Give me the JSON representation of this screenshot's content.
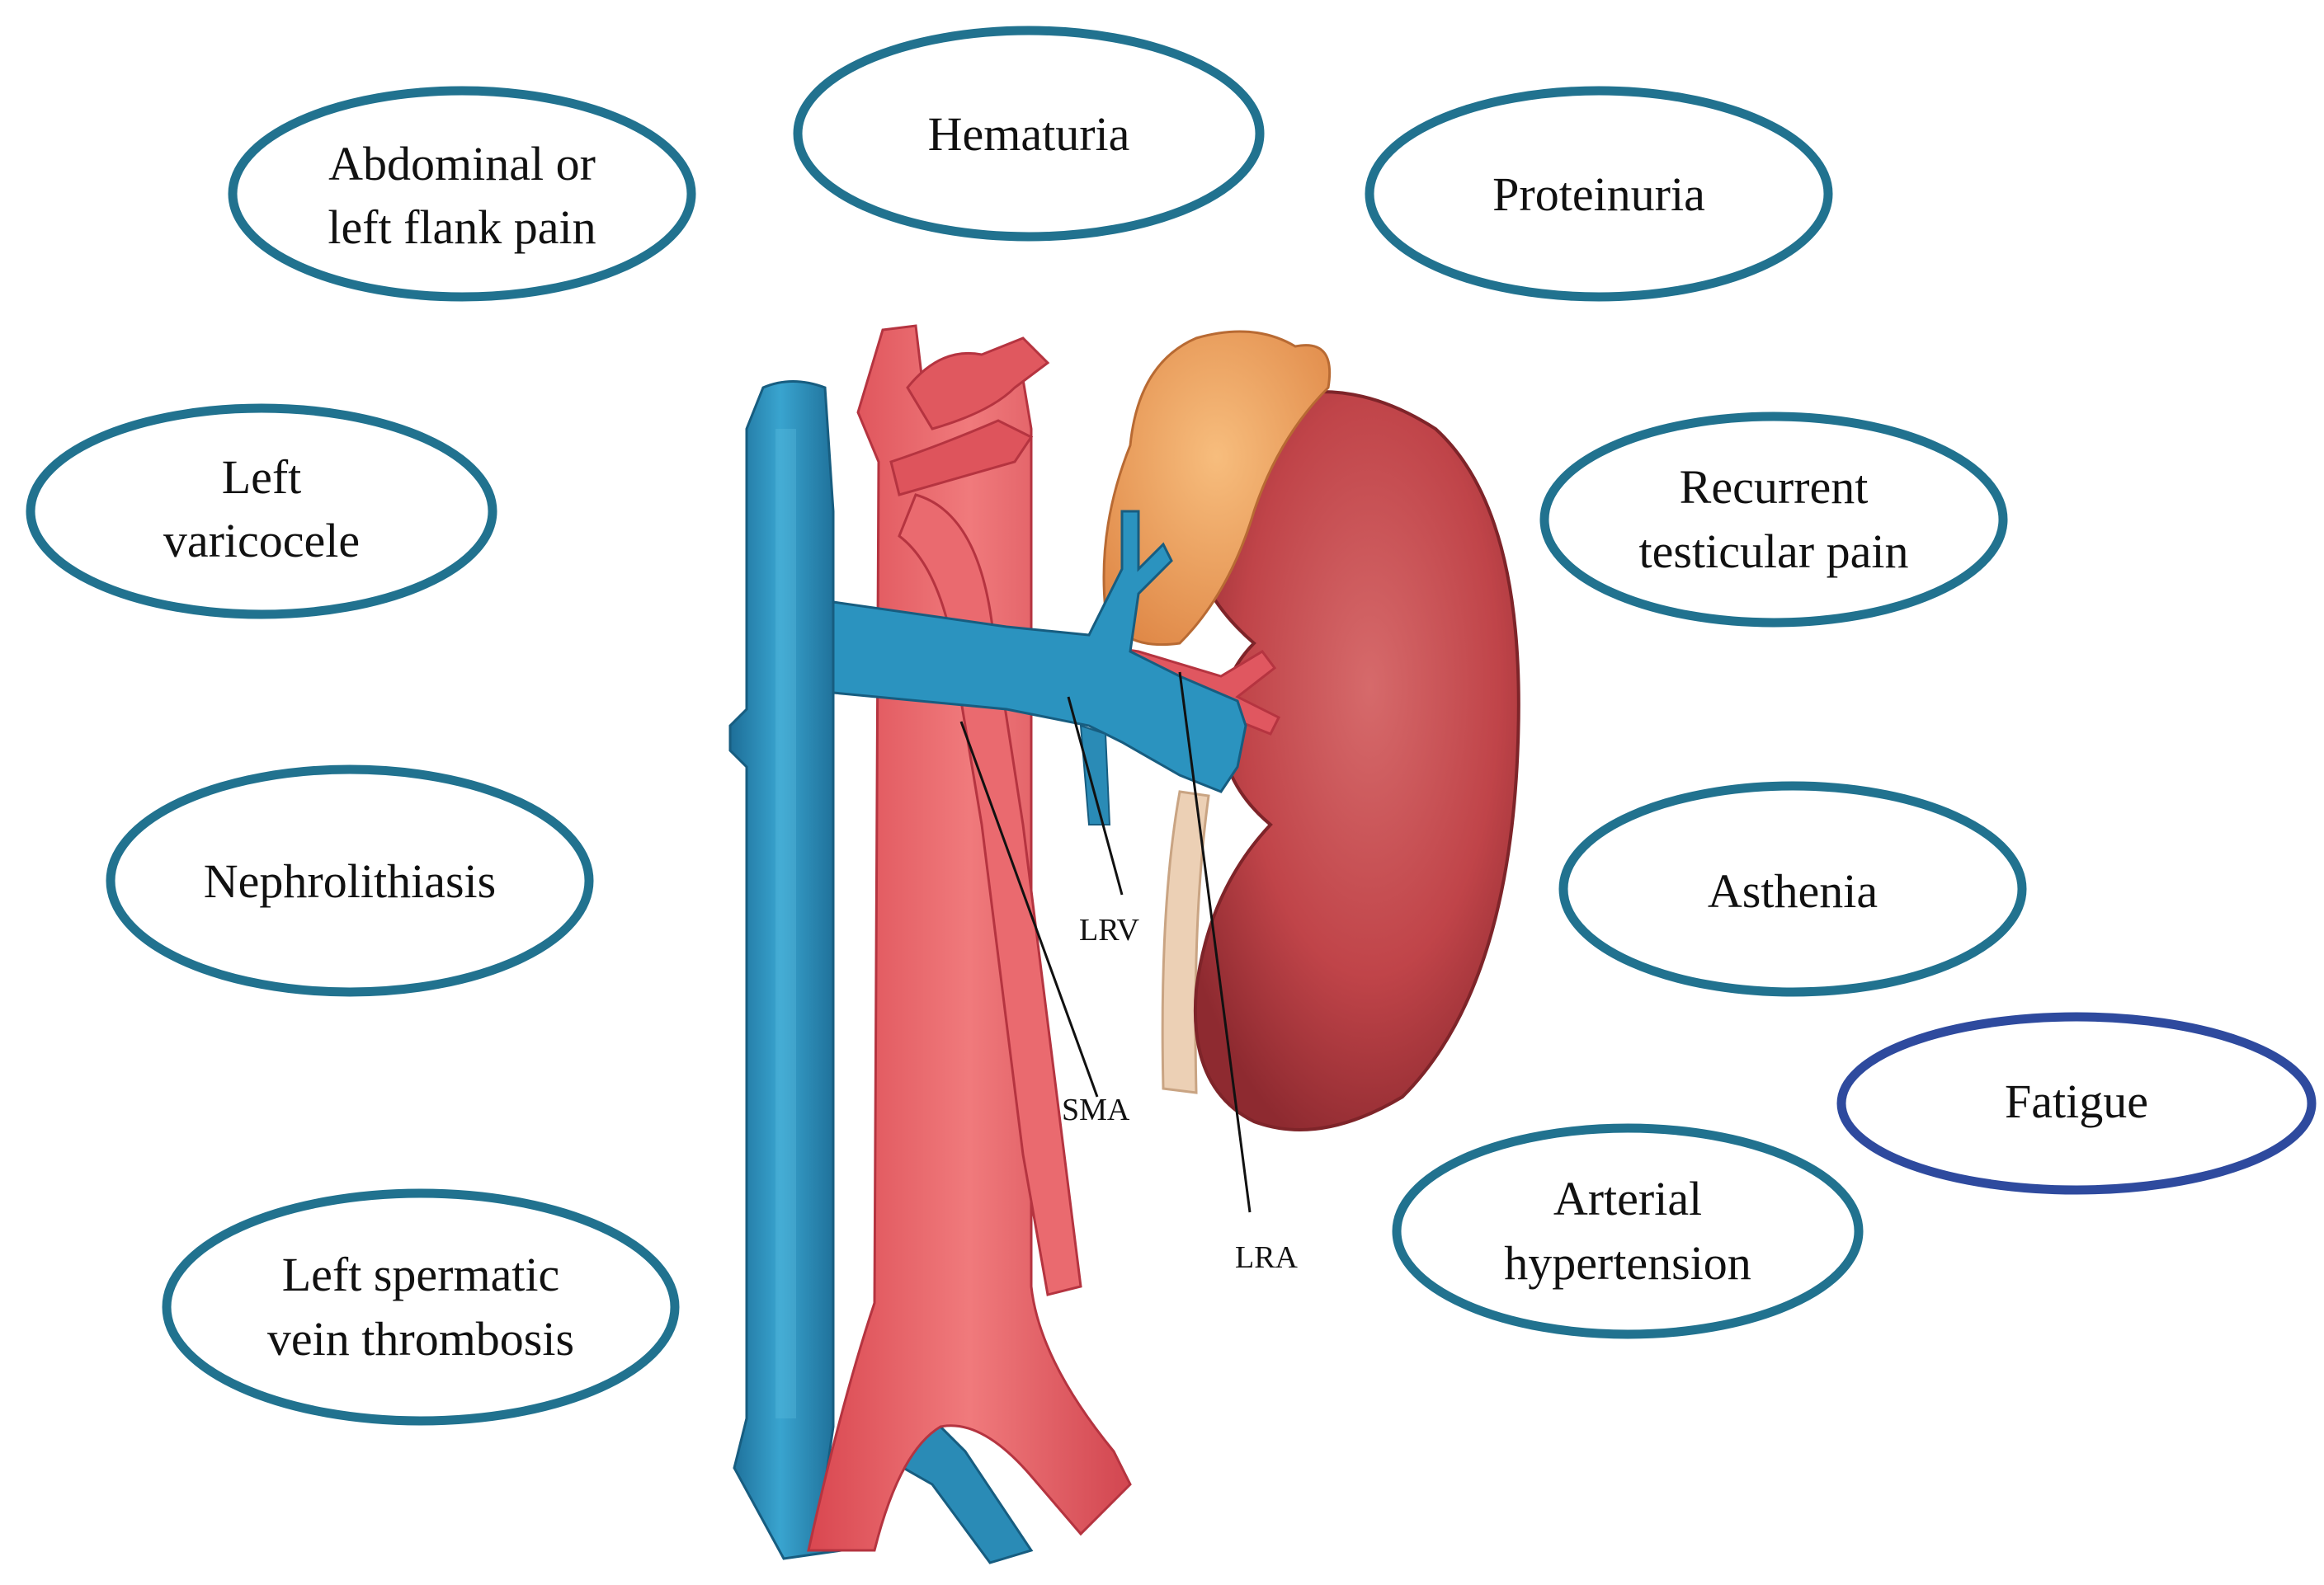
{
  "symptoms": {
    "abdominal": {
      "line1": "Abdominal or",
      "line2": "left flank pain"
    },
    "hematuria": {
      "line1": "Hematuria"
    },
    "proteinuria": {
      "line1": "Proteinuria"
    },
    "varicocele": {
      "line1": "Left",
      "line2": "varicocele"
    },
    "testicular": {
      "line1": "Recurrent",
      "line2": "testicular pain"
    },
    "nephrolithiasis": {
      "line1": "Nephrolithiasis"
    },
    "asthenia": {
      "line1": "Asthenia"
    },
    "fatigue": {
      "line1": "Fatigue"
    },
    "thrombosis": {
      "line1": "Left spermatic",
      "line2": "vein thrombosis"
    },
    "hypertension": {
      "line1": "Arterial",
      "line2": "hypertension"
    }
  },
  "anatomy_labels": {
    "lrv": "LRV",
    "sma": "SMA",
    "lra": "LRA"
  },
  "colors": {
    "ellipse_border": "#21728f",
    "fatigue_border": "#2e4a9e",
    "vein": "#2a90bb",
    "vein_dark": "#1f6f96",
    "artery": "#e8585e",
    "artery_dark": "#c93b45",
    "kidney": "#c4484c",
    "kidney_dark": "#9c2f35",
    "adrenal": "#f1a462",
    "ureter": "#e9c7a8"
  }
}
